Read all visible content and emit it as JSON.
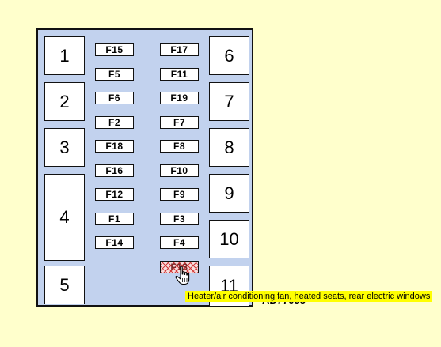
{
  "relays": {
    "r1": "1",
    "r2": "2",
    "r3": "3",
    "r4": "4",
    "r5": "5",
    "r6": "6",
    "r7": "7",
    "r8": "8",
    "r9": "9",
    "r10": "10",
    "r11": "11"
  },
  "fuses": {
    "f15": "F15",
    "f5": "F5",
    "f6": "F6",
    "f2": "F2",
    "f18": "F18",
    "f16": "F16",
    "f12": "F12",
    "f1": "F1",
    "f14": "F14",
    "f17": "F17",
    "f11": "F11",
    "f19": "F19",
    "f7": "F7",
    "f8": "F8",
    "f10": "F10",
    "f9": "F9",
    "f3": "F3",
    "f4": "F4",
    "f13": "F13"
  },
  "diagram_code": "AD77035",
  "tooltip": "Heater/air conditioning fan, heated seats, rear electric windows",
  "colors": {
    "background": "#ffffcc",
    "panel": "#c2d2ee",
    "tooltip": "#ffff00",
    "highlight_hatch": "#d23a3a"
  },
  "icons": {
    "cursor": "hand-pointer-icon"
  }
}
